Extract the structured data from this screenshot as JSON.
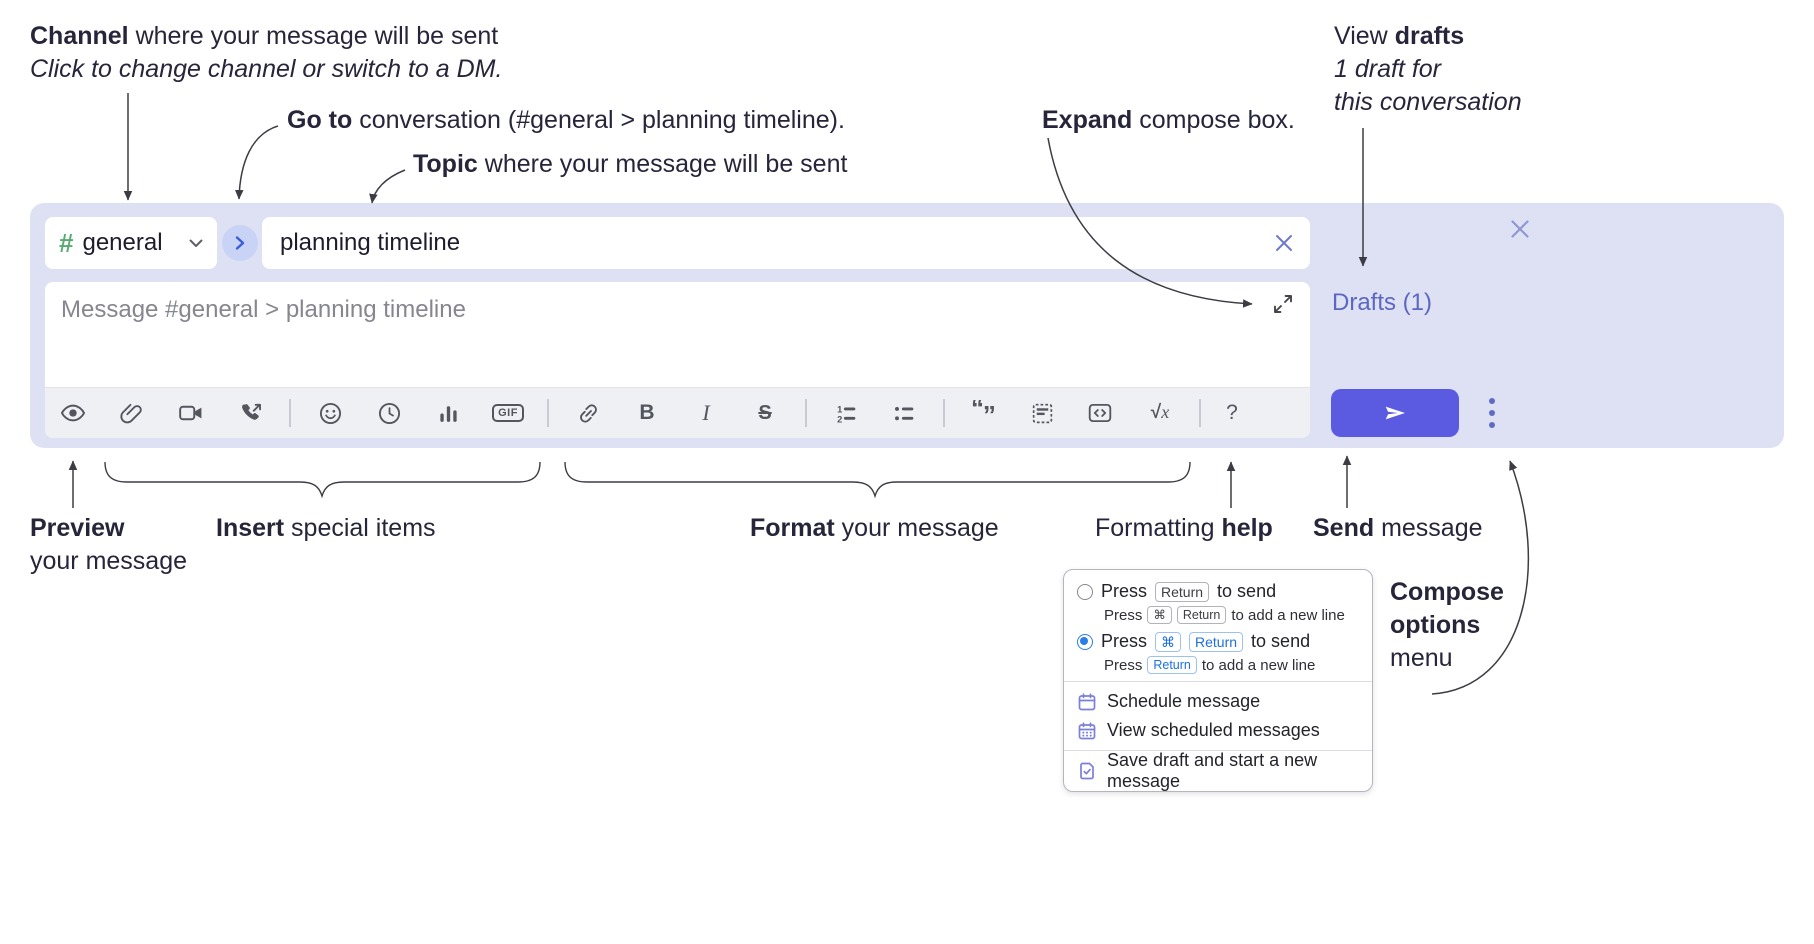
{
  "annotations": {
    "channel": {
      "bold": "Channel",
      "rest": " where your message will be sent",
      "line2": "Click to change channel or switch to a DM."
    },
    "go_to": {
      "bold": "Go to",
      "rest": " conversation (#general > planning timeline)."
    },
    "topic": {
      "bold": "Topic",
      "rest": " where your message will be sent"
    },
    "expand": {
      "bold": "Expand",
      "rest": " compose box."
    },
    "view_drafts": {
      "pre": "View ",
      "bold": "drafts",
      "line2": "1 draft for",
      "line3": "this conversation"
    },
    "preview": {
      "bold": "Preview",
      "line2": "your message"
    },
    "insert": {
      "bold": "Insert",
      "rest": " special items"
    },
    "format": {
      "bold": "Format",
      "rest": " your message"
    },
    "formatting_help": {
      "pre": "Formatting ",
      "bold": "help"
    },
    "send": {
      "bold": "Send",
      "rest": " message"
    },
    "compose_options": {
      "bold1": "Compose",
      "bold2": "options",
      "rest": "menu"
    }
  },
  "compose": {
    "channel": {
      "hash": "#",
      "name": "general"
    },
    "topic": {
      "value": "planning timeline"
    },
    "message": {
      "placeholder": "Message #general > planning timeline"
    },
    "drafts_link": "Drafts (1)",
    "toolbar_icons": [
      "preview",
      "attachment",
      "video",
      "call",
      "emoji",
      "recents",
      "poll",
      "gif",
      "link",
      "bold",
      "italic",
      "strikethrough",
      "ordered-list",
      "bullet-list",
      "blockquote",
      "code-block",
      "code",
      "formula",
      "help"
    ],
    "gif_label": "GIF",
    "bold_label": "B",
    "italic_label": "I",
    "strike_label": "S",
    "formula_sqrt": "√",
    "formula_x": "x",
    "help_label": "?",
    "ol_1": "1",
    "ol_2": "2",
    "quote_open": "“",
    "quote_close": "”"
  },
  "menu": {
    "option_return": {
      "press": "Press",
      "key_return": "Return",
      "suffix": "to send",
      "sub_press": "Press",
      "sub_key_cmd": "⌘",
      "sub_key_return": "Return",
      "sub_suffix": "to add a new line"
    },
    "option_cmd_return": {
      "press": "Press",
      "key_cmd": "⌘",
      "key_return": "Return",
      "suffix": "to send",
      "sub_press": "Press",
      "sub_key_return": "Return",
      "sub_suffix": "to add a new line"
    },
    "items": {
      "schedule": "Schedule message",
      "view_scheduled": "View scheduled messages",
      "save_draft": "Save draft and start a new message"
    }
  },
  "colors": {
    "accent_blue": "#5a5be0",
    "link_purple": "#5b67c1",
    "channel_green": "#57ab72",
    "radio_blue": "#2b7de9",
    "menu_icon_purple": "#7b80d8",
    "compose_bg": "#dee1f3"
  }
}
